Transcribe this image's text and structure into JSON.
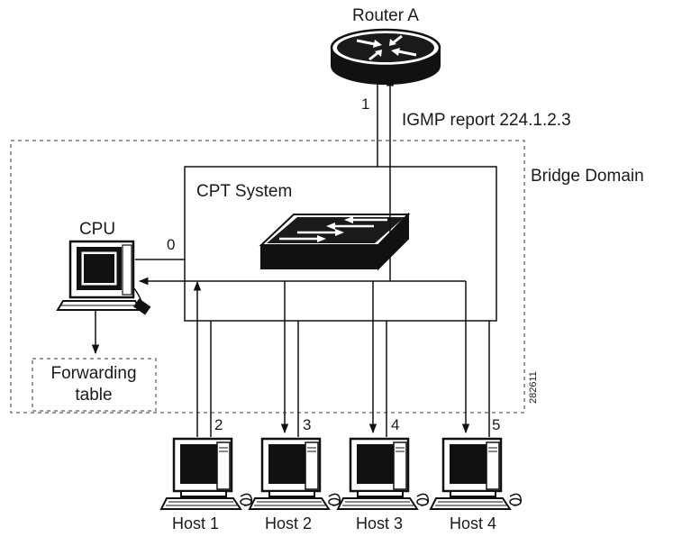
{
  "router": {
    "label": "Router A"
  },
  "report": {
    "label": "IGMP report 224.1.2.3"
  },
  "bridge_domain": {
    "label": "Bridge Domain"
  },
  "cpt_system": {
    "label": "CPT System"
  },
  "cpu": {
    "label": "CPU"
  },
  "forwarding_table": {
    "line1": "Forwarding",
    "line2": "table"
  },
  "ports": {
    "p0": "0",
    "p1": "1",
    "p2": "2",
    "p3": "3",
    "p4": "4",
    "p5": "5"
  },
  "hosts": [
    "Host 1",
    "Host 2",
    "Host 3",
    "Host 4"
  ],
  "figure_id": "282611"
}
